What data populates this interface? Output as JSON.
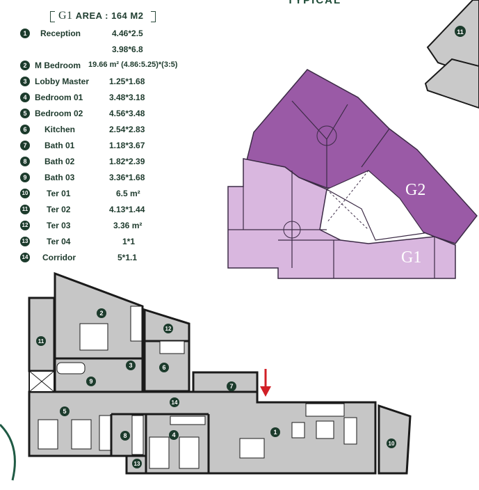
{
  "header": {
    "unit_label": "G1",
    "area_label": "AREA : 164 M2",
    "top_fragment": "TYPICAL"
  },
  "rooms": [
    {
      "num": "1",
      "name": "Reception",
      "dim": "4.46*2.5"
    },
    {
      "num": "",
      "name": "",
      "dim": "3.98*6.8"
    },
    {
      "num": "2",
      "name": "M Bedroom",
      "dim": "19.66 m² (4.86:5.25)*(3:5)"
    },
    {
      "num": "3",
      "name": "Lobby Master",
      "dim": "1.25*1.68"
    },
    {
      "num": "4",
      "name": "Bedroom 01",
      "dim": "3.48*3.18"
    },
    {
      "num": "5",
      "name": "Bedroom 02",
      "dim": "4.56*3.48"
    },
    {
      "num": "6",
      "name": "Kitchen",
      "dim": "2.54*2.83"
    },
    {
      "num": "7",
      "name": "Bath 01",
      "dim": "1.18*3.67"
    },
    {
      "num": "8",
      "name": "Bath 02",
      "dim": "1.82*2.39"
    },
    {
      "num": "9",
      "name": "Bath 03",
      "dim": "3.36*1.68"
    },
    {
      "num": "10",
      "name": "Ter 01",
      "dim": "6.5 m²"
    },
    {
      "num": "11",
      "name": "Ter 02",
      "dim": "4.13*1.44"
    },
    {
      "num": "12",
      "name": "Ter 03",
      "dim": "3.36 m²"
    },
    {
      "num": "13",
      "name": "Ter 04",
      "dim": "1*1"
    },
    {
      "num": "14",
      "name": "Corridor",
      "dim": "5*1.1"
    }
  ],
  "key_plan": {
    "unit_a": "G2",
    "unit_b": "G1",
    "corner_marker": "11",
    "colors": {
      "unit_g2": "#9a5aa6",
      "unit_g1": "#d9b7df",
      "outline": "#3b2a45"
    }
  },
  "floor_plan": {
    "markers": [
      "1",
      "2",
      "3",
      "4",
      "5",
      "6",
      "7",
      "8",
      "9",
      "10",
      "11",
      "12",
      "13",
      "14"
    ],
    "colors": {
      "floor": "#c6c6c6",
      "wall": "#1a1a1a",
      "marker": "#1c3b2c",
      "entry_arrow": "#d11f26"
    }
  }
}
